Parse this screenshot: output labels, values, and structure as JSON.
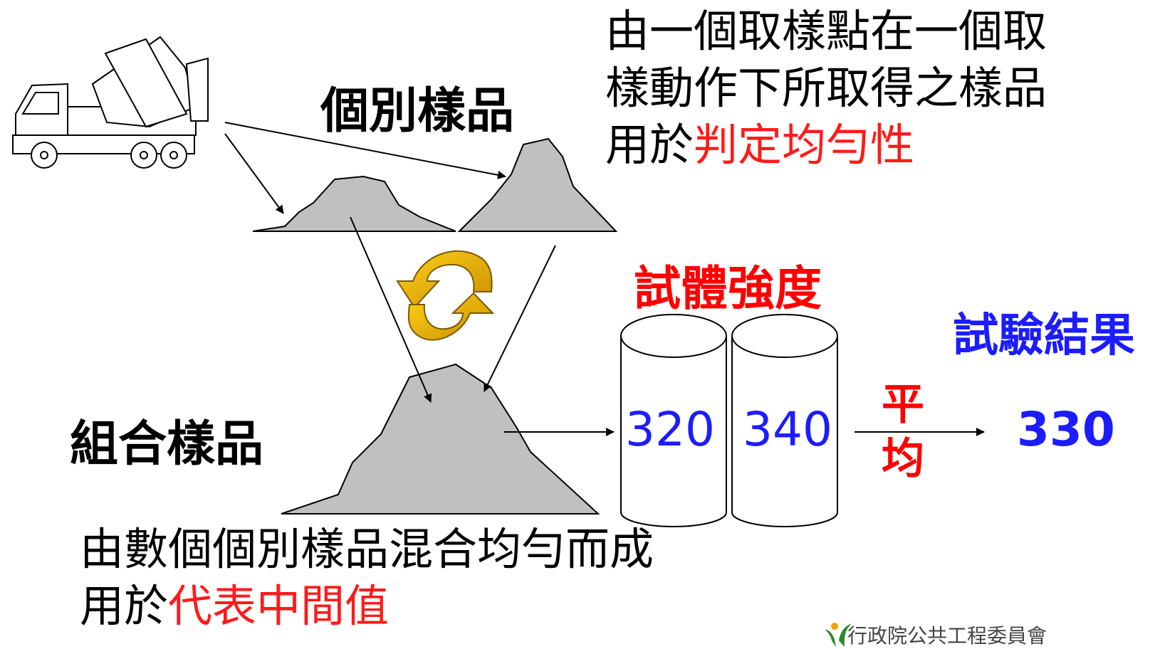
{
  "individual_sample": {
    "label": "個別樣品",
    "desc_line1": "由一個取樣點在一個取",
    "desc_line2": "樣動作下所取得之樣品",
    "desc_line3_prefix": "用於",
    "desc_line3_highlight": "判定均勻性"
  },
  "composite_sample": {
    "label": "組合樣品",
    "desc_line1": "由數個個別樣品混合均勻而成",
    "desc_line2_prefix": "用於",
    "desc_line2_highlight": "代表中間值"
  },
  "specimen": {
    "label": "試體強度",
    "values": [
      "320",
      "340"
    ]
  },
  "averaging": {
    "char1": "平",
    "char2": "均"
  },
  "result": {
    "label": "試驗結果",
    "value": "330"
  },
  "logo": {
    "text": "行政院公共工程委員會"
  },
  "icons": [
    "concrete-mixer-truck-icon",
    "mixing-cycle-arrows-icon",
    "cylinder-specimen-icon"
  ],
  "colors": {
    "highlight_red": "#ff0000",
    "value_blue": "#1c1cff",
    "pile_gray": "#c0c0c0",
    "cycle_gold": "#e0a800"
  }
}
